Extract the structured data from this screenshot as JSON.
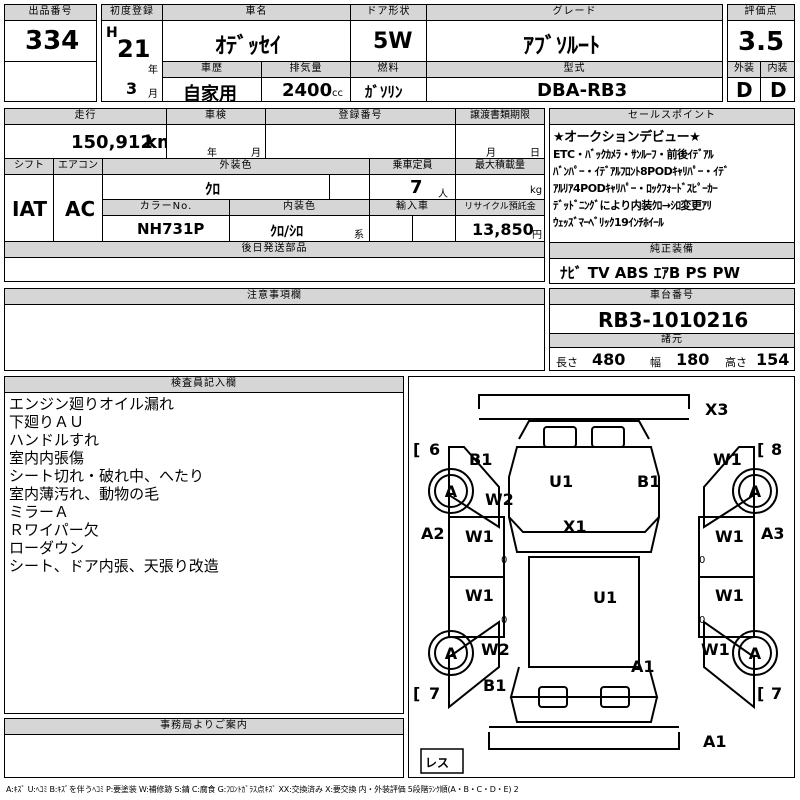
{
  "header": {
    "lot_no_label": "出品番号",
    "lot_no": "334",
    "first_reg_label": "初度登録",
    "era_mark": "H",
    "reg_year": "21",
    "year_unit": "年",
    "reg_month": "3",
    "month_unit": "月",
    "car_name_label": "車名",
    "car_name": "ｵﾃﾞｯｾｲ",
    "door_label": "ドア形状",
    "door": "5W",
    "grade_label": "グレード",
    "grade": "ｱﾌﾞｿﾙｰﾄ",
    "score_label": "評価点",
    "score": "3.5",
    "history_label": "車歴",
    "history": "自家用",
    "displacement_label": "排気量",
    "displacement": "2400",
    "displacement_unit": "cc",
    "fuel_label": "燃料",
    "fuel": "ｶﾞｿﾘﾝ",
    "model_label": "型式",
    "model": "DBA-RB3",
    "exterior_label": "外装",
    "exterior": "D",
    "interior_label": "内装",
    "interior": "D"
  },
  "row2": {
    "mileage_label": "走行",
    "mileage": "150,912",
    "mileage_unit": "km",
    "inspection_label": "車検",
    "insp_year_unit": "年",
    "insp_month_unit": "月",
    "reg_no_label": "登録番号",
    "transfer_label": "譲渡書類期限",
    "transfer_month_unit": "月",
    "transfer_day_unit": "日",
    "shift_label": "シフト",
    "aircon_label": "エアコン",
    "shift": "IAT",
    "aircon": "AC",
    "ext_color_label": "外装色",
    "ext_color": "ｸﾛ",
    "capacity_label": "乗車定員",
    "capacity": "7",
    "capacity_unit": "人",
    "max_load_label": "最大積載量",
    "max_load_unit": "kg",
    "color_no_label": "カラーNo.",
    "color_no": "NH731P",
    "int_color_label": "内装色",
    "int_color": "ｸﾛ/ｼﾛ",
    "int_color_suffix": "系",
    "import_label": "輸入車",
    "recycle_label": "リサイクル預託金",
    "recycle": "13,850",
    "recycle_unit": "円",
    "later_parts_label": "後日発送部品"
  },
  "sales_points": {
    "label": "セールスポイント",
    "lines": [
      "★オークションデビュー★",
      "ETC・ﾊﾞｯｸｶﾒﾗ・ｻﾝﾙｰﾌ・前後ｲﾃﾞｱﾙ",
      "ﾊﾞﾝﾊﾟｰ・ｲﾃﾞｱﾙﾌﾛﾝﾄ8PODｷｬﾘﾊﾟｰ・ｲﾃﾞ",
      "ｱﾙﾘｱ4PODｷｬﾘﾊﾟｰ・ﾛｯｸﾌｫｰﾄﾞｽﾋﾟｰｶｰ",
      "ﾃﾞｯﾄﾞﾆﾝｸﾞにより内装ｸﾛ→ｼﾛ変更ｱﾘ",
      "ｳｪｯｽﾞﾏｰﾍﾞﾘｯｸ19ｲﾝﾁﾎｲｰﾙ"
    ]
  },
  "equipment": {
    "label": "純正装備",
    "items": "ﾅﾋﾞ TV ABS ｴｱB PS PW"
  },
  "notes_label": "注意事項欄",
  "chassis": {
    "label": "車台番号",
    "number": "RB3-1010216",
    "dims_label": "諸元",
    "length_label": "長さ",
    "length": "480",
    "width_label": "幅",
    "width": "180",
    "height_label": "高さ",
    "height": "154"
  },
  "inspector": {
    "label": "検査員記入欄",
    "lines": [
      "エンジン廻りオイル漏れ",
      "下廻りＡＵ",
      "ハンドルすれ",
      "室内内張傷",
      "シート切れ・破れ中、へたり",
      "室内薄汚れ、動物の毛",
      "ミラーＡ",
      "Ｒワイパー欠",
      "ローダウン",
      "シート、ドア内張、天張り改造"
    ]
  },
  "office_label": "事務局よりご案内",
  "diagram": {
    "marks": {
      "x3": "X3",
      "b1_front_left": "B1",
      "w1_front_right": "W1",
      "u1_top": "U1",
      "b1_top": "B1",
      "w2_front": "W2",
      "x1": "X1",
      "a2": "A2",
      "a3": "A3",
      "w1_left_front": "W1",
      "w1_right_front": "W1",
      "w1_left_rear": "W1",
      "w1_right_rear": "W1",
      "u1_mid": "U1",
      "w2_rear": "W2",
      "a1_rear": "A1",
      "w1_rear_right": "W1",
      "b1_rear_left": "B1",
      "a1_bottom": "A1"
    },
    "tires": {
      "front_left": "A",
      "front_right": "A",
      "rear_left": "A",
      "rear_right": "A"
    },
    "tread": {
      "front_left": "6",
      "front_right": "8",
      "rear_left": "7",
      "rear_right": "7"
    },
    "zeros": [
      "0",
      "0",
      "0",
      "0"
    ],
    "spare_label": "レス"
  },
  "legend": "A:ｷｽﾞ U:ﾍｺﾐ B:ｷｽﾞを伴うﾍｺﾐ P:要塗装 W:補修跡 S:錆 C:腐食 G:ﾌﾛﾝﾄｶﾞﾗｽ点ｷｽﾞ XX:交換済み X:要交換 内・外装評価 5段階ﾗﾝｸ順(A・B・C・D・E) 2"
}
